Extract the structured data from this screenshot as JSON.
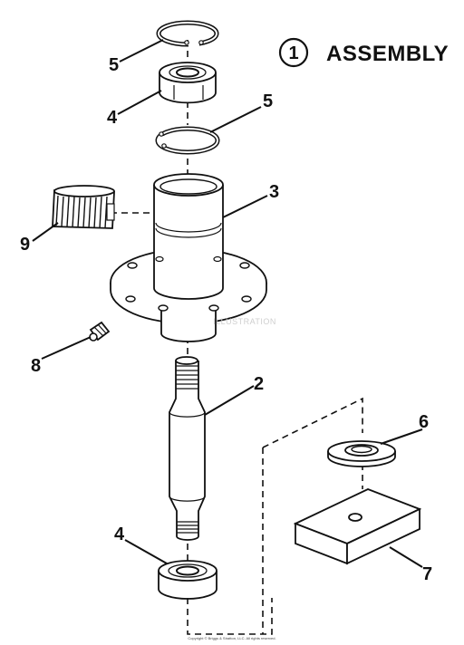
{
  "title": {
    "number": "1",
    "text": "ASSEMBLY"
  },
  "callouts": {
    "snap_ring_top": "5",
    "bearing_top": "4",
    "snap_ring_mid": "5",
    "housing": "3",
    "bearing_sleeve": "9",
    "grease_fitting": "8",
    "spindle_shaft": "2",
    "washer": "6",
    "bearing_bottom": "4",
    "plate": "7"
  },
  "watermark": "ILLUSTRATION",
  "copyright": "Copyright © Briggs & Stratton, LLC. All rights reserved."
}
